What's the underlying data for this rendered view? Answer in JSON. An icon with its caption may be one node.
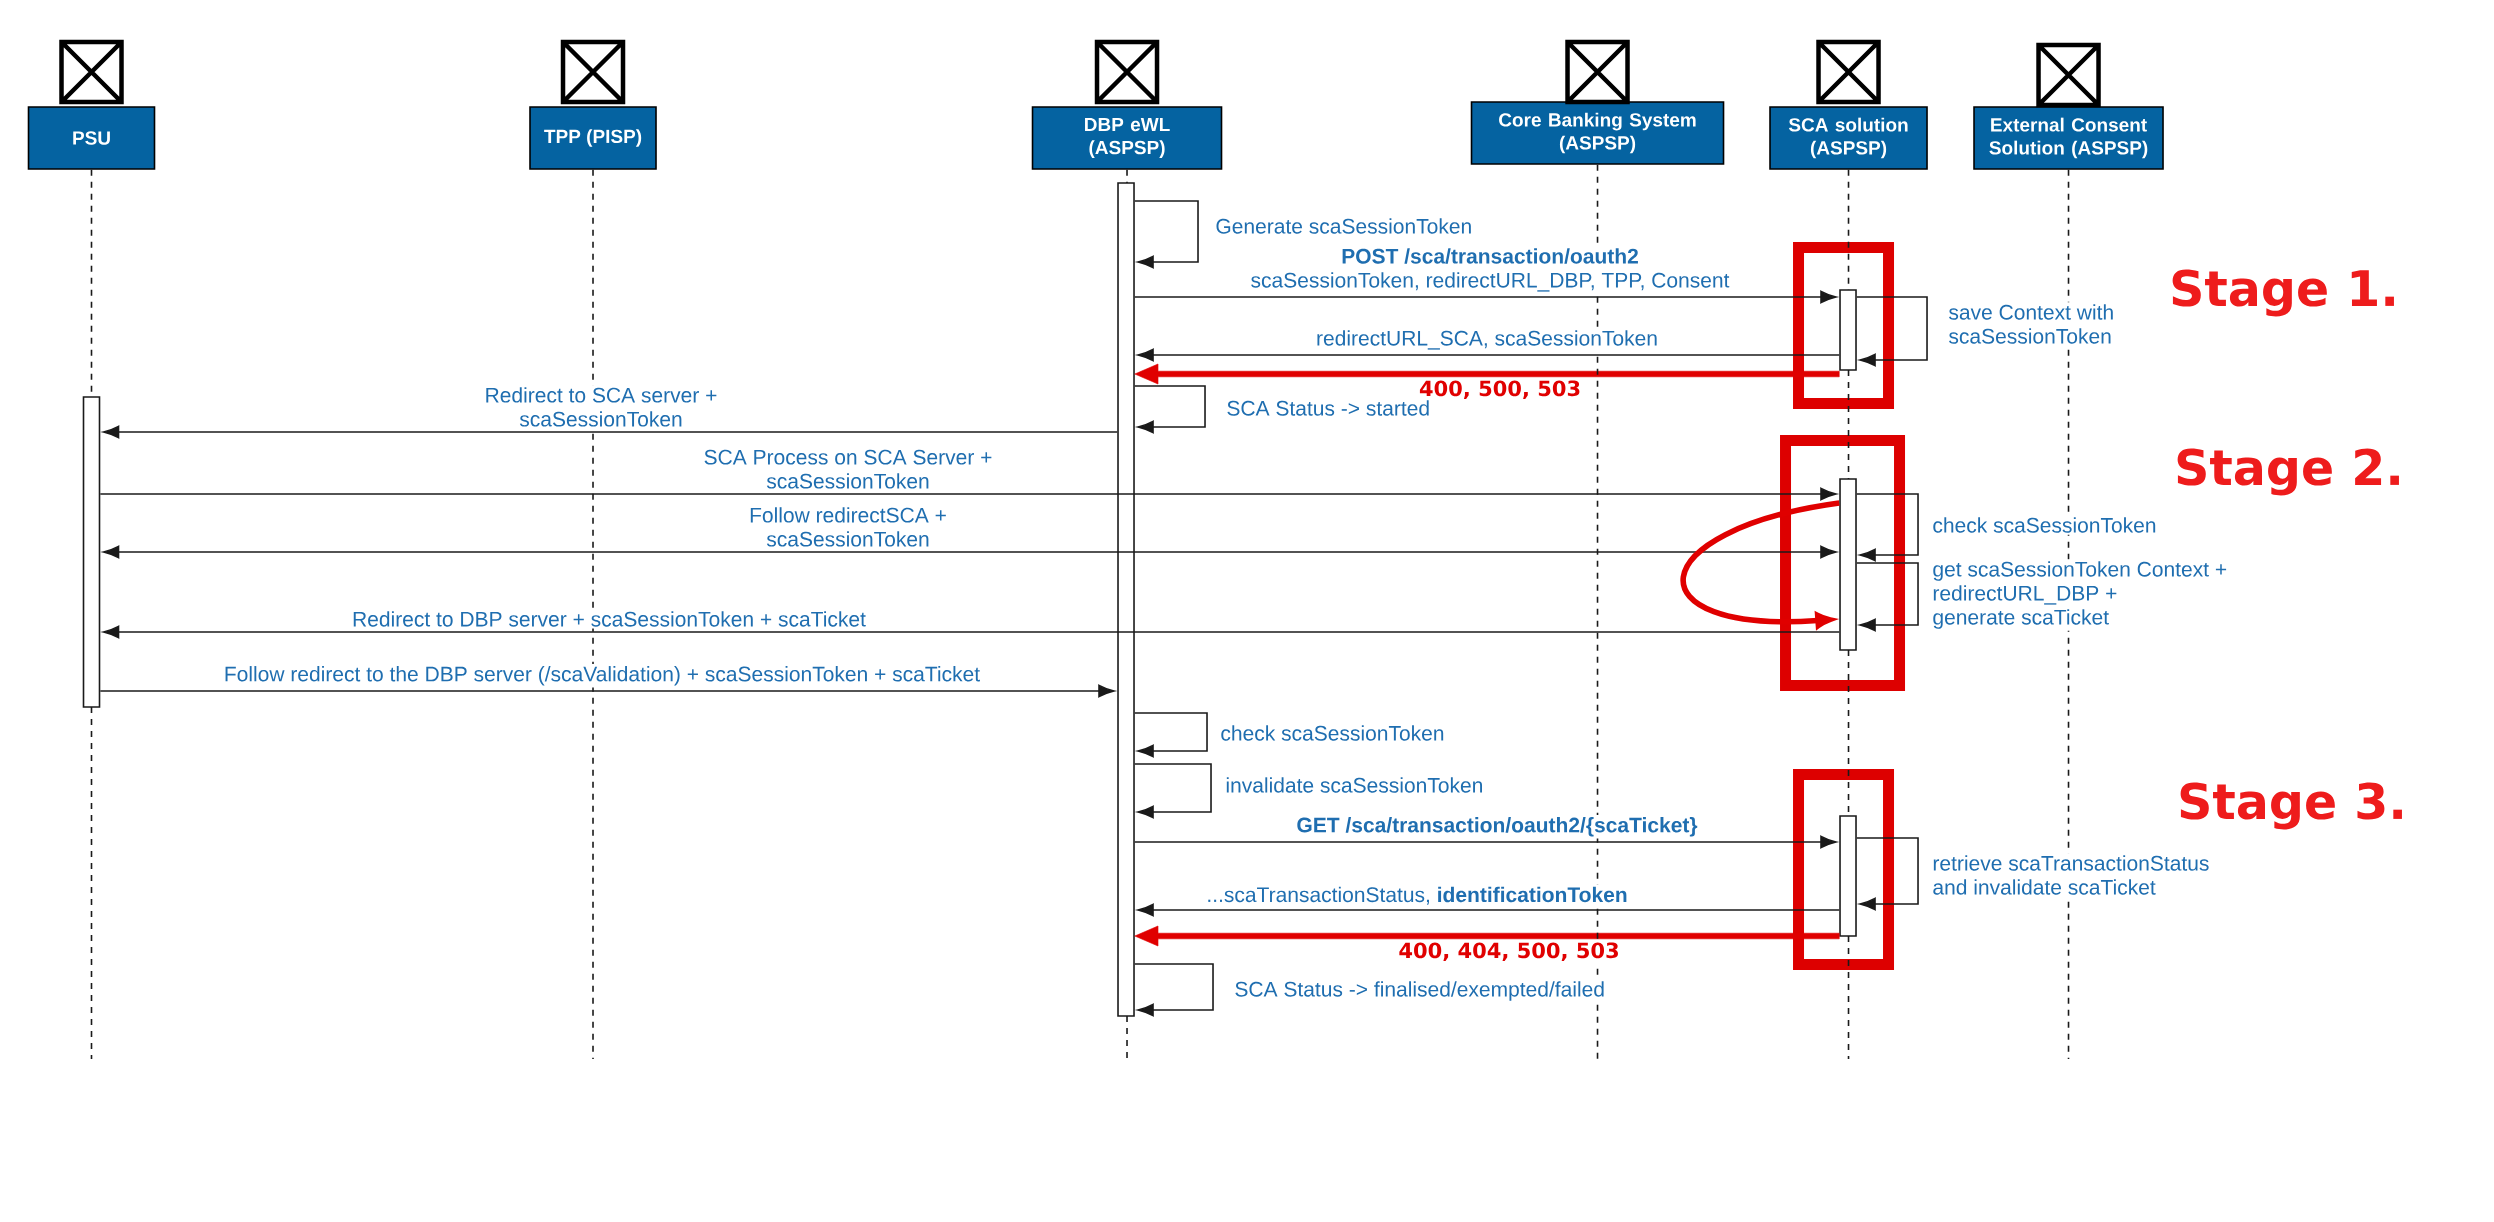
{
  "diagram": {
    "nodes": [
      {
        "text": [
          "PSU"
        ]
      },
      {
        "text": [
          "TPP (PISP)"
        ]
      },
      {
        "text": [
          "DBP eWL (ASPSP)"
        ]
      },
      {
        "text": [
          "Core Banking System (ASPSP)"
        ]
      },
      {
        "text": [
          "SCA solution (ASPSP)"
        ]
      },
      {
        "text": [
          "External Consent Solution (ASPSP)"
        ]
      },
      {
        "text": [],
        "shape": "bar"
      },
      {
        "text": [],
        "shape": "box"
      },
      {
        "text": [],
        "shape": "bar",
        "in": 7
      },
      {
        "text": [],
        "shape": "bar"
      },
      {
        "text": [],
        "shape": "box"
      },
      {
        "text": [],
        "shape": "bar",
        "in": 10
      },
      {
        "text": [],
        "shape": "box"
      },
      {
        "text": [],
        "shape": "bar",
        "in": 12
      }
    ],
    "edges": [
      {
        "from": 6,
        "to": 6,
        "arrow": "to",
        "label": "Generate scaSessionToken"
      },
      {
        "from": 6,
        "to": 8,
        "arrow": "to",
        "label": "**POST /sca/transaction/oauth2** scaSessionToken, redirectURL_DBP, TPP, Consent"
      },
      {
        "from": 8,
        "to": 8,
        "arrow": "to",
        "label": "save Context with scaSessionToken"
      },
      {
        "from": 8,
        "to": 6,
        "arrow": "to",
        "label": "redirectURL_SCA, scaSessionToken"
      },
      {
        "from": 8,
        "to": 6,
        "arrow": "to",
        "label": "400, 500, 503",
        "style": "thick",
        "color": "#e00000"
      },
      {
        "from": 6,
        "to": 6,
        "arrow": "to",
        "label": "SCA Status -> started"
      },
      {
        "from": 6,
        "to": 9,
        "arrow": "to",
        "label": "Redirect to SCA server + scaSessionToken"
      },
      {
        "from": 9,
        "to": 11,
        "arrow": "to",
        "label": "SCA Process on SCA Server + scaSessionToken"
      },
      {
        "from": 11,
        "to": 11,
        "arrow": "to",
        "label": "check scaSessionToken"
      },
      {
        "from": 9,
        "to": 11,
        "arrow": "both",
        "label": "Follow redirectSCA + scaSessionToken"
      },
      {
        "from": 11,
        "to": 11,
        "arrow": "to",
        "label": "get scaSessionToken Context + redirectURL_DBP + generate scaTicket"
      },
      {
        "from": 11,
        "to": 9,
        "arrow": "to",
        "label": "Redirect to DBP server + scaSessionToken + scaTicket"
      },
      {
        "from": 11,
        "to": 11,
        "arrow": "to",
        "style": "thick",
        "color": "#e00000"
      },
      {
        "from": 9,
        "to": 6,
        "arrow": "to",
        "label": "Follow redirect to the DBP server (/scaValidation) + scaSessionToken + scaTicket"
      },
      {
        "from": 6,
        "to": 6,
        "arrow": "to",
        "label": "check scaSessionToken"
      },
      {
        "from": 6,
        "to": 6,
        "arrow": "to",
        "label": "invalidate scaSessionToken"
      },
      {
        "from": 6,
        "to": 13,
        "arrow": "to",
        "label": "GET /sca/transaction/oauth2/{scaTicket}"
      },
      {
        "from": 13,
        "to": 13,
        "arrow": "to",
        "label": "retrieve scaTransactionStatus and invalidate scaTicket"
      },
      {
        "from": 13,
        "to": 6,
        "arrow": "to",
        "label": "...scaTransactionStatus, **identificationToken**"
      },
      {
        "from": 13,
        "to": 6,
        "arrow": "to",
        "label": "400, 404, 500, 503",
        "style": "thick",
        "color": "#e00000"
      },
      {
        "from": 6,
        "to": 6,
        "arrow": "to",
        "label": "SCA Status -> finalised/exempted/failed"
      },
      {
        "from": 0,
        "to": null,
        "arrow": "none",
        "style": "dashed"
      },
      {
        "from": 1,
        "to": null,
        "arrow": "none",
        "style": "dashed"
      },
      {
        "from": 2,
        "to": null,
        "arrow": "none",
        "style": "dashed"
      },
      {
        "from": 3,
        "to": null,
        "arrow": "none",
        "style": "dashed"
      },
      {
        "from": 4,
        "to": null,
        "arrow": "none",
        "style": "dashed"
      },
      {
        "from": 5,
        "to": null,
        "arrow": "none",
        "style": "dashed"
      }
    ],
    "labels": [
      "Stage 1.",
      "Stage 2.",
      "Stage 3."
    ]
  }
}
